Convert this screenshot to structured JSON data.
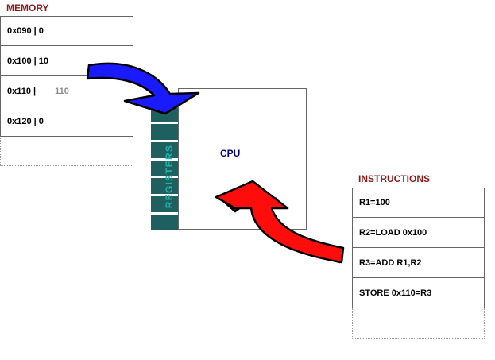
{
  "memory": {
    "title": "MEMORY",
    "rows": [
      {
        "text": "0x090 | 0"
      },
      {
        "text": "0x100 | 10"
      },
      {
        "text": "0x110 |",
        "pending_value": "110"
      },
      {
        "text": "0x120 | 0"
      }
    ]
  },
  "cpu": {
    "label": "CPU",
    "registers_label": "REGISTERS",
    "register_count": 7
  },
  "instructions": {
    "title": "INSTRUCTIONS",
    "rows": [
      {
        "text": "R1=100"
      },
      {
        "text": "R2=LOAD 0x100"
      },
      {
        "text": "R3=ADD R1,R2"
      },
      {
        "text": "STORE 0x110=R3"
      }
    ]
  },
  "colors": {
    "title": "#8b1a1a",
    "cpu_label": "#000080",
    "registers_label": "#20b2aa",
    "register_fill": "#1e5f5f",
    "blue_arrow": "#1a1aff",
    "red_arrow": "#ff0d0d",
    "red_arrow_shadow": "#a00000"
  }
}
